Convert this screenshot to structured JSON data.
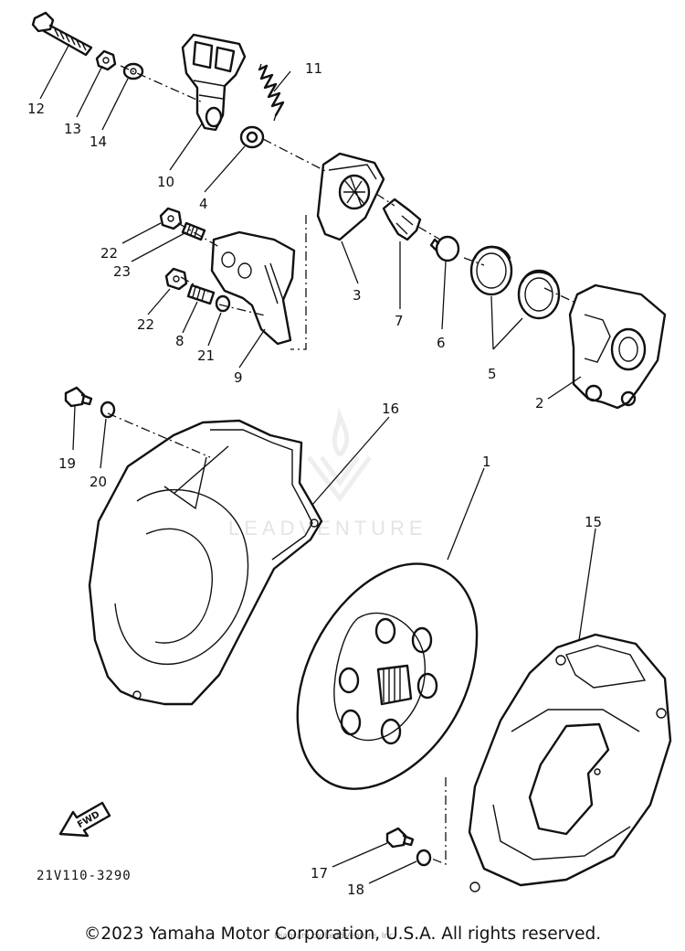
{
  "watermark": "LEADVENTURE",
  "callouts": [
    "1",
    "2",
    "3",
    "4",
    "5",
    "6",
    "7",
    "8",
    "9",
    "10",
    "11",
    "12",
    "13",
    "14",
    "15",
    "16",
    "17",
    "18",
    "19",
    "20",
    "21",
    "22",
    "22",
    "23"
  ],
  "diagram_code": "21V110-3290",
  "fwd_label": "FWD",
  "copyright": "©2023 Yamaha Motor Corporation, U.S.A. All rights reserved.",
  "fine_print": "Diagram by LeadVenture, Inc."
}
